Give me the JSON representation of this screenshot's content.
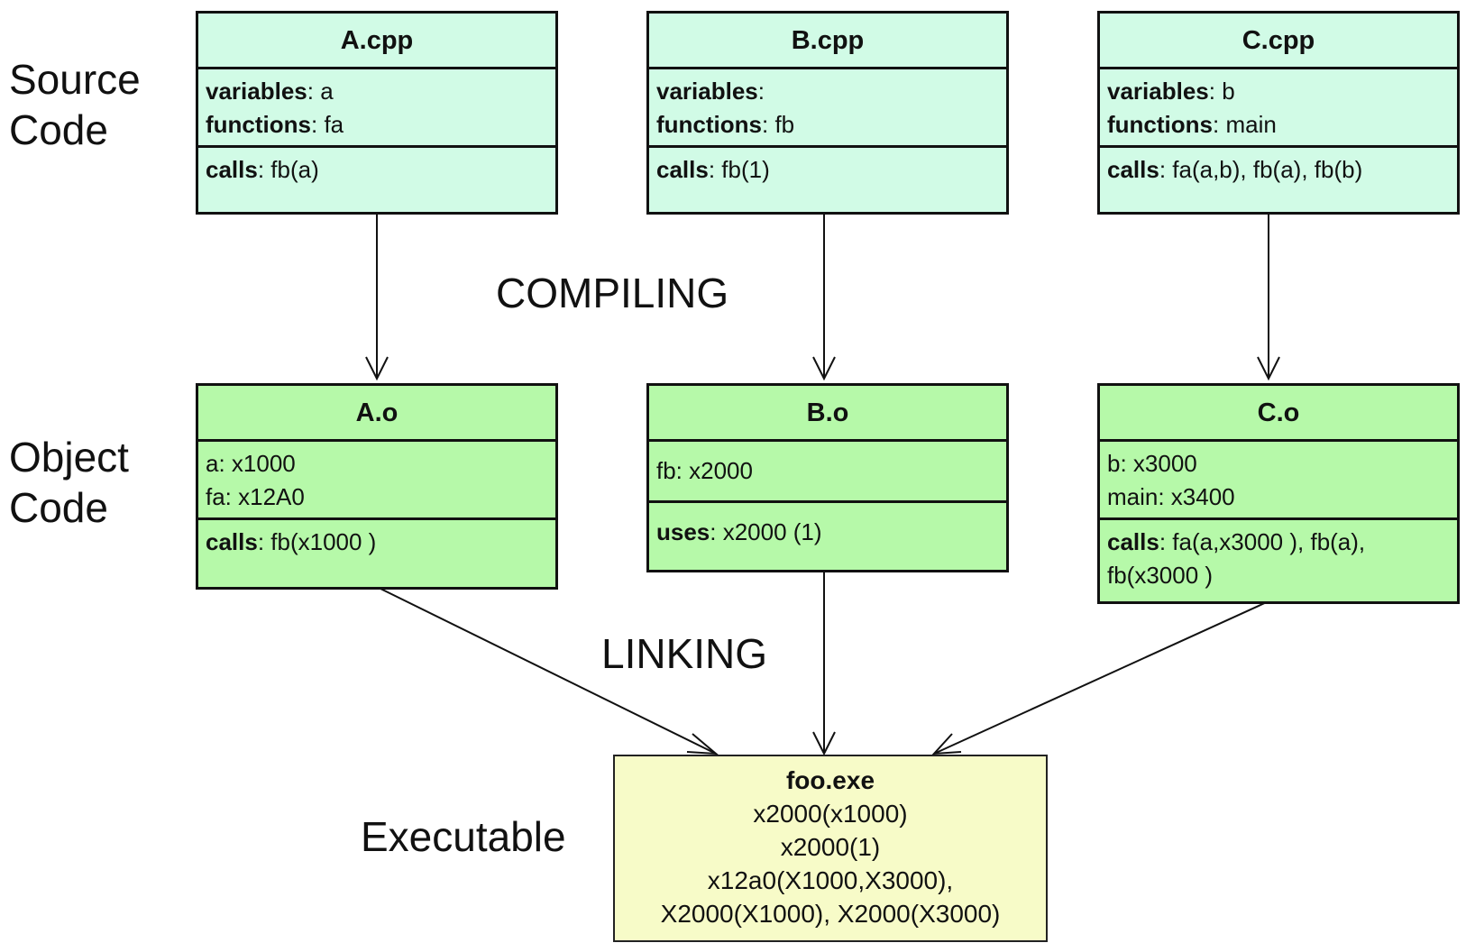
{
  "stages": {
    "source": "Source\nCode",
    "object": "Object\nCode",
    "executable": "Executable"
  },
  "phases": {
    "compiling": "COMPILING",
    "linking": "LINKING"
  },
  "source_files": [
    {
      "name": "A.cpp",
      "variables_label": "variables",
      "variables": ": a",
      "functions_label": "functions",
      "functions": ": fa",
      "calls_label": "calls",
      "calls": ":  fb(a)"
    },
    {
      "name": "B.cpp",
      "variables_label": "variables",
      "variables": ":",
      "functions_label": "functions",
      "functions": ":  fb",
      "calls_label": "calls",
      "calls": ":  fb(1)"
    },
    {
      "name": "C.cpp",
      "variables_label": "variables",
      "variables": ":  b",
      "functions_label": "functions",
      "functions": ":  main",
      "calls_label": "calls",
      "calls": ":  fa(a,b),  fb(a),  fb(b)"
    }
  ],
  "object_files": [
    {
      "name": "A.o",
      "symbol_1": "a:  x1000",
      "symbol_2": "fa:  x12A0",
      "ref_label": "calls",
      "ref": ":  fb(x1000 )",
      "ref_cont": ""
    },
    {
      "name": "B.o",
      "symbol_1": "fb:  x2000",
      "symbol_2": "",
      "ref_label": "uses",
      "ref": ":  x2000 (1)",
      "ref_cont": ""
    },
    {
      "name": "C.o",
      "symbol_1": "b:  x3000",
      "symbol_2": "main:   x3400",
      "ref_label": "calls",
      "ref": ":  fa(a,x3000 ),  fb(a),",
      "ref_cont": "fb(x3000 )"
    }
  ],
  "executable": {
    "name": "foo.exe",
    "lines": [
      "x2000(x1000)",
      "x2000(1)",
      "x12a0(X1000,X3000),",
      "X2000(X1000),  X2000(X3000)"
    ]
  },
  "colors": {
    "source_fill": "#d1fbe6",
    "object_fill": "#b6f9a9",
    "executable_fill": "#f7fbc8",
    "border": "#111111"
  }
}
